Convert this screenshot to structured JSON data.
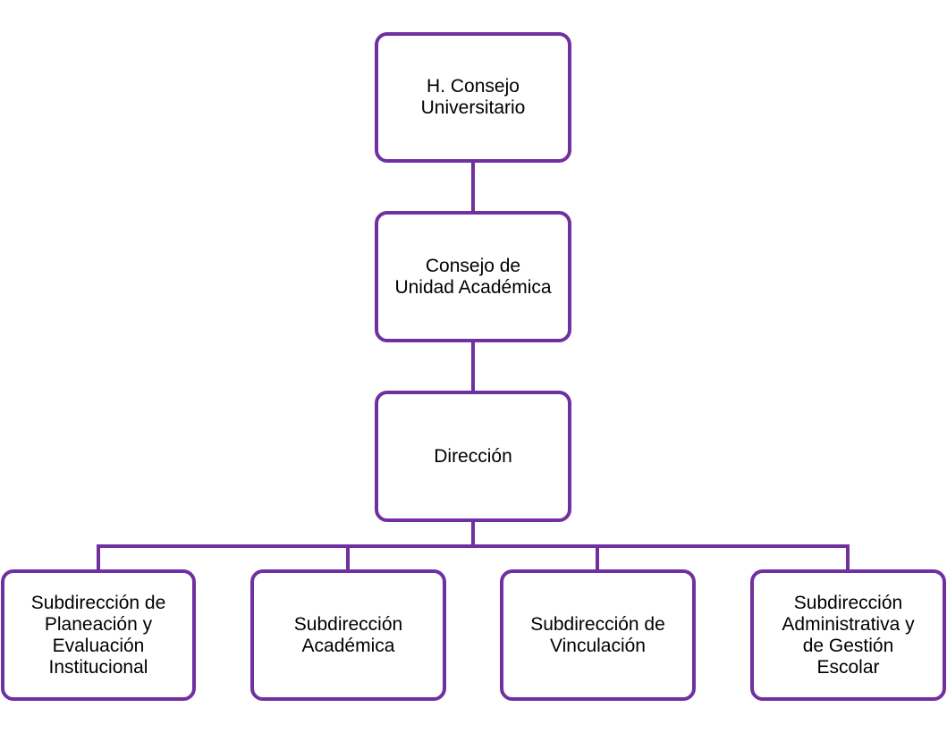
{
  "colors": {
    "border": "#7030a0",
    "connector": "#7030a0",
    "background": "#ffffff",
    "text": "#000000"
  },
  "org_chart": {
    "top": {
      "consejo_universitario": "H. Consejo\nUniversitario",
      "consejo_unidad": "Consejo de\nUnidad Académica",
      "direccion": "Dirección"
    },
    "subdirecciones": [
      {
        "label": "Subdirección de\nPlaneación y\nEvaluación\nInstitucional"
      },
      {
        "label": "Subdirección\nAcadémica"
      },
      {
        "label": "Subdirección de\nVinculación"
      },
      {
        "label": "Subdirección\nAdministrativa y\nde Gestión\nEscolar"
      }
    ]
  }
}
